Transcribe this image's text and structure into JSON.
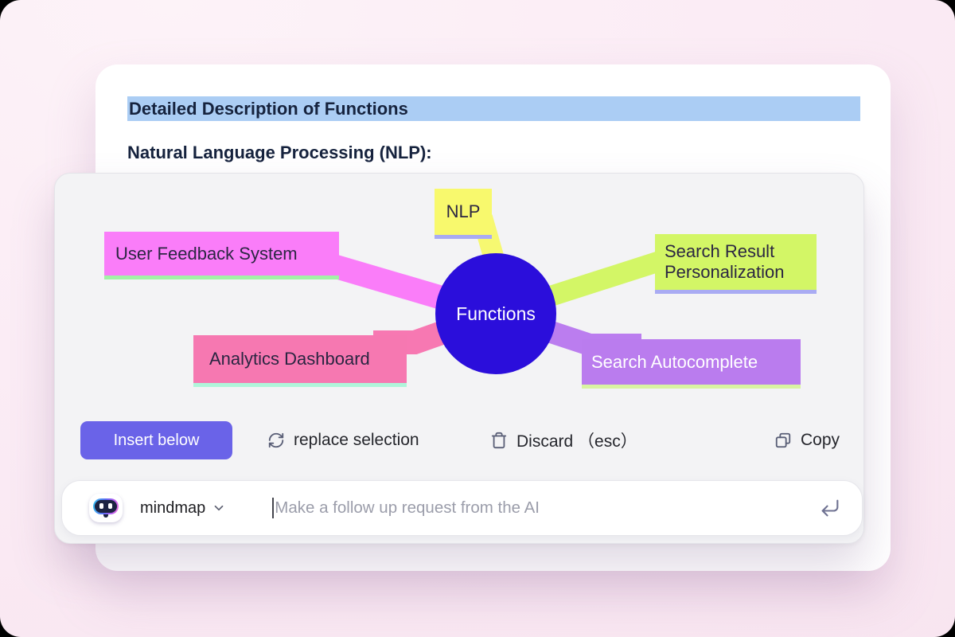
{
  "document": {
    "heading": "Detailed Description of Functions",
    "subheading": "Natural Language Processing (NLP):",
    "heading_highlight_color": "#abcdf4"
  },
  "assistant_panel": {
    "mindmap": {
      "type": "mindmap",
      "center": {
        "label": "Functions",
        "color": "#2b0edb",
        "text_color": "#ffffff"
      },
      "nodes": [
        {
          "label": "NLP",
          "color": "#f8f96d",
          "underline_color": "#a9abf3",
          "text_color": "#2b2642"
        },
        {
          "label": "User Feedback System",
          "color": "#fa7df9",
          "underline_color": "#a2f2a6",
          "text_color": "#2b2642"
        },
        {
          "label": "Analytics Dashboard",
          "color": "#f678b1",
          "underline_color": "#aff5da",
          "text_color": "#2b2642"
        },
        {
          "label": "Search Result Personalization",
          "color": "#d3f666",
          "underline_color": "#a9abf3",
          "text_color": "#2b2642"
        },
        {
          "label": "Search Autocomplete",
          "color": "#ba7cee",
          "underline_color": "#d9f3a2",
          "text_color": "#ffffff"
        }
      ]
    },
    "actions": {
      "insert_below_label": "Insert below",
      "insert_button_color": "#6a63e8",
      "replace_selection_label": "replace selection",
      "discard_label": "Discard （esc）",
      "copy_label": "Copy"
    },
    "prompt_bar": {
      "mode_label": "mindmap",
      "placeholder": "Make a follow up request from the AI"
    },
    "icons": {
      "replace": "refresh-icon",
      "discard": "trash-icon",
      "copy": "copy-icon",
      "mode": "robot-face-icon",
      "mode_chevron": "chevron-down-icon",
      "submit": "enter-return-icon"
    }
  }
}
